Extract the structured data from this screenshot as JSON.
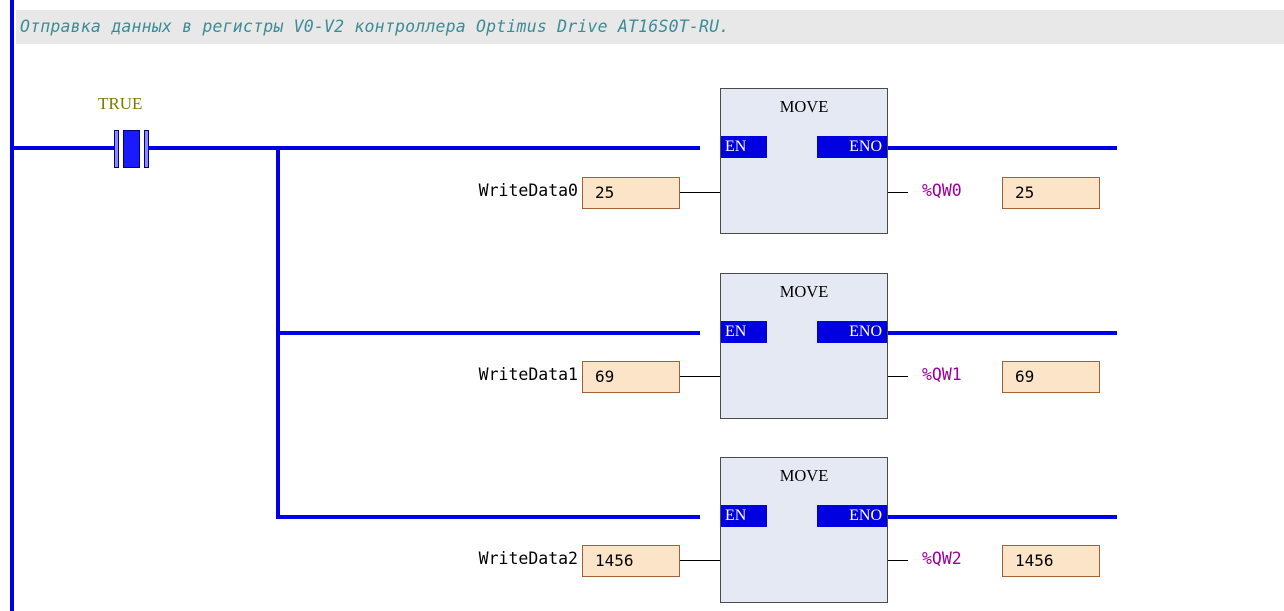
{
  "comment": "Отправка данных в регистры V0-V2 контроллера Optimus Drive AT16S0T-RU.",
  "contact": {
    "label": "TRUE"
  },
  "blocks": [
    {
      "title": "MOVE",
      "en": "EN",
      "eno": "ENO",
      "input_name": "WriteData0",
      "input_value": "25",
      "output_name": "%QW0",
      "output_value": "25"
    },
    {
      "title": "MOVE",
      "en": "EN",
      "eno": "ENO",
      "input_name": "WriteData1",
      "input_value": "69",
      "output_name": "%QW1",
      "output_value": "69"
    },
    {
      "title": "MOVE",
      "en": "EN",
      "eno": "ENO",
      "input_name": "WriteData2",
      "input_value": "1456",
      "output_name": "%QW2",
      "output_value": "1456"
    }
  ],
  "colors": {
    "rail": "#0000e6",
    "comment_text": "#3c8c96",
    "comment_bg": "#e8e8e8",
    "block_bg": "#e4e9f3",
    "pin_bg": "#0000e0",
    "value_bg": "#fce4c8",
    "output_var": "#9b009b",
    "contact_label": "#7a7a00"
  }
}
